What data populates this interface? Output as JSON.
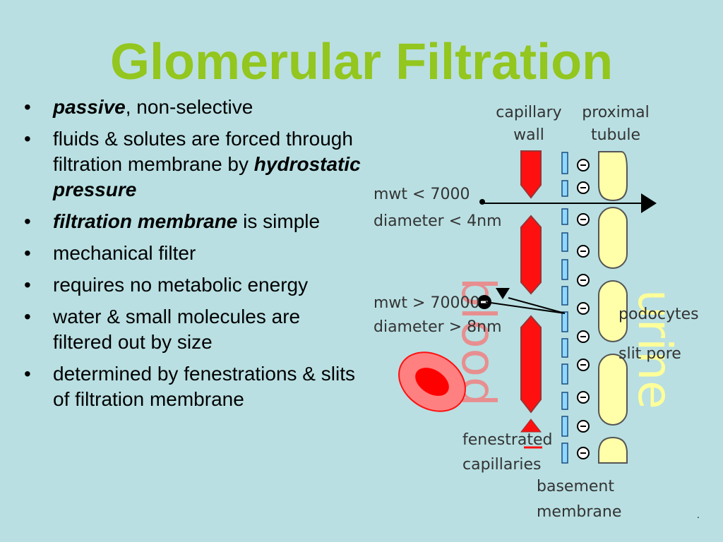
{
  "title": "Glomerular Filtration",
  "bullets": [
    {
      "em": "passive",
      "rest": ", non-selective"
    },
    {
      "text": "fluids & solutes are forced through filtration membrane by ",
      "em": "hydrostatic pressure"
    },
    {
      "em": "filtration membrane",
      "rest": " is simple"
    },
    {
      "text": "mechanical filter"
    },
    {
      "text": "requires no metabolic energy"
    },
    {
      "text": "water & small molecules are filtered out by size"
    },
    {
      "text": "determined by fenestrations & slits of  filtration membrane"
    }
  ],
  "diagram": {
    "capillary_wall": [
      "capillary",
      "wall"
    ],
    "proximal_tubule": [
      "proximal",
      "tubule"
    ],
    "small_mwt": "mwt < 7000",
    "small_diameter": "diameter < 4nm",
    "large_mwt": "mwt > 70000",
    "large_diameter": "diameter > 8nm",
    "podocytes": "podocytes",
    "slit_pore": "slit pore",
    "fenestrated": [
      "fenestrated",
      "capillaries"
    ],
    "basement": [
      "basement",
      "membrane"
    ],
    "blood": "blood",
    "urine": "urine",
    "charge_symbol": "−",
    "corner_mark": "."
  },
  "colors": {
    "title": "#93c61e",
    "background": "#b9dfe2",
    "capillary": "#ff1010",
    "blood_text": "#f08080",
    "urine_text": "#ffff99",
    "podocyte_fill": "#ffffaa",
    "basement_fill": "#90d8ff"
  }
}
